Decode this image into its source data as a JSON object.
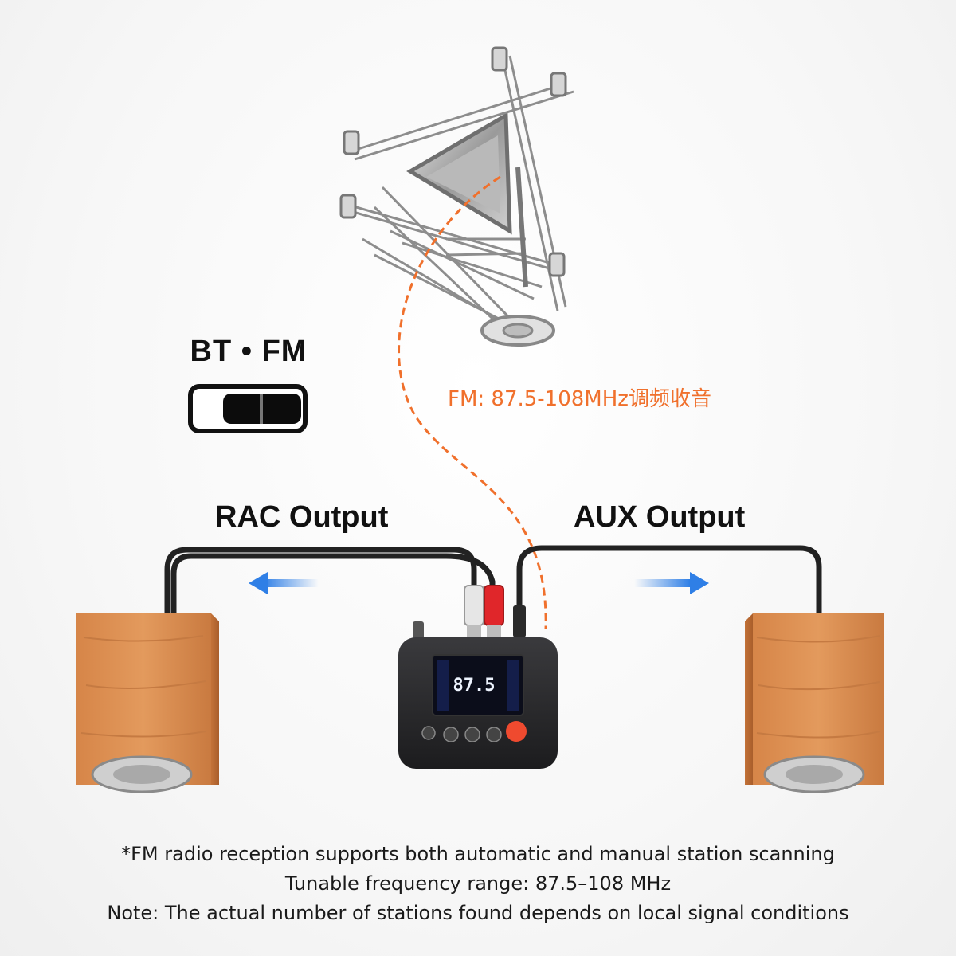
{
  "switch": {
    "title": "BT • FM"
  },
  "antenna": {
    "frequency_label": "FM: 87.5-108MHz调频收音"
  },
  "outputs": {
    "left_label": "RAC Output",
    "right_label": "AUX Output"
  },
  "device": {
    "display_value": "87.5"
  },
  "footnotes": [
    "*FM radio reception supports both automatic and manual station scanning",
    "Tunable frequency range: 87.5–108 MHz",
    "Note: The actual number of stations found depends on local signal conditions"
  ],
  "colors": {
    "accent_orange": "#f0702c",
    "arrow_blue": "#2f7fe6",
    "wood": "#d98a4e"
  }
}
